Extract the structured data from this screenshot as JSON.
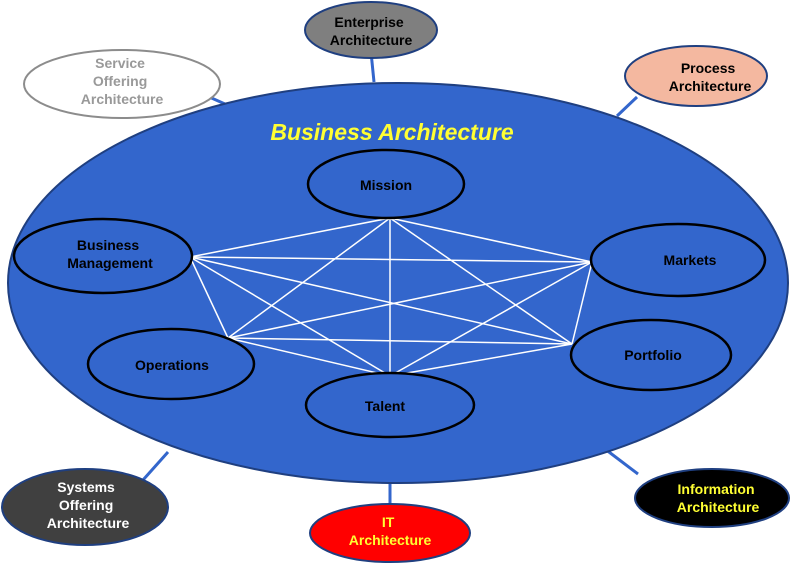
{
  "title": "Business Architecture",
  "inner_nodes": [
    {
      "id": "mission",
      "lines": [
        "Mission"
      ]
    },
    {
      "id": "business-management",
      "lines": [
        "Business",
        "Management"
      ]
    },
    {
      "id": "markets",
      "lines": [
        "Markets"
      ]
    },
    {
      "id": "operations",
      "lines": [
        "Operations"
      ]
    },
    {
      "id": "portfolio",
      "lines": [
        "Portfolio"
      ]
    },
    {
      "id": "talent",
      "lines": [
        "Talent"
      ]
    }
  ],
  "outer_nodes": [
    {
      "id": "enterprise-architecture",
      "lines": [
        "Enterprise",
        "Architecture"
      ]
    },
    {
      "id": "service-offering-architecture",
      "lines": [
        "Service",
        "Offering",
        "Architecture"
      ]
    },
    {
      "id": "process-architecture",
      "lines": [
        "Process",
        "Architecture"
      ]
    },
    {
      "id": "systems-offering-architecture",
      "lines": [
        "Systems",
        "Offering",
        "Architecture"
      ]
    },
    {
      "id": "it-architecture",
      "lines": [
        "IT",
        "Architecture"
      ]
    },
    {
      "id": "information-architecture",
      "lines": [
        "Information",
        "Architecture"
      ]
    }
  ],
  "colors": {
    "main_ellipse": "#3366cc",
    "title": "#ffff33",
    "mesh_lines": "#ffffff",
    "enterprise": "#7f7f7f",
    "service_offering": "#ffffff",
    "process": "#f4b8a0",
    "systems_offering": "#404040",
    "it": "#ff0000",
    "information": "#000000"
  }
}
